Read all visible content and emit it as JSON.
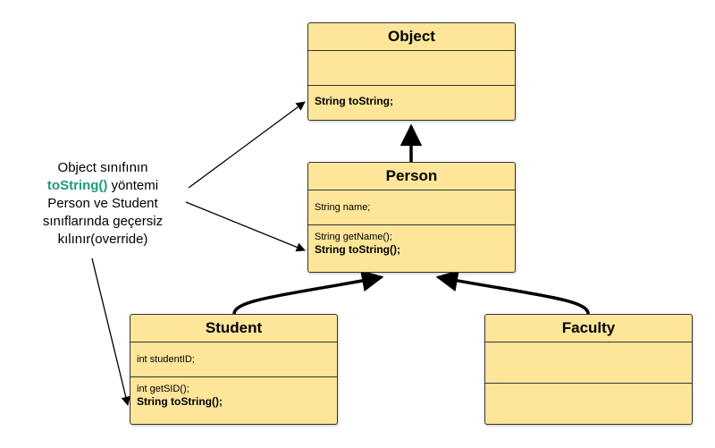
{
  "classes": {
    "object": {
      "name": "Object",
      "attributes": [],
      "methods": [
        "String toString;"
      ]
    },
    "person": {
      "name": "Person",
      "attributes": [
        "String name;"
      ],
      "methods": [
        "String getName();",
        "String toString();"
      ]
    },
    "student": {
      "name": "Student",
      "attributes": [
        "int studentID;"
      ],
      "methods": [
        "int getSID();",
        "String toString();"
      ]
    },
    "faculty": {
      "name": "Faculty",
      "attributes": [],
      "methods": []
    }
  },
  "note": {
    "line1": "Object sınıfının",
    "highlight": "toString()",
    "line2_rest": " yöntemi",
    "line3": "Person ve Student",
    "line4": "sınıflarında geçersiz",
    "line5": "kılınır(override)",
    "highlight_color": "#1f9a7a"
  },
  "colors": {
    "class_fill": "#fde59a",
    "border": "#333333"
  }
}
